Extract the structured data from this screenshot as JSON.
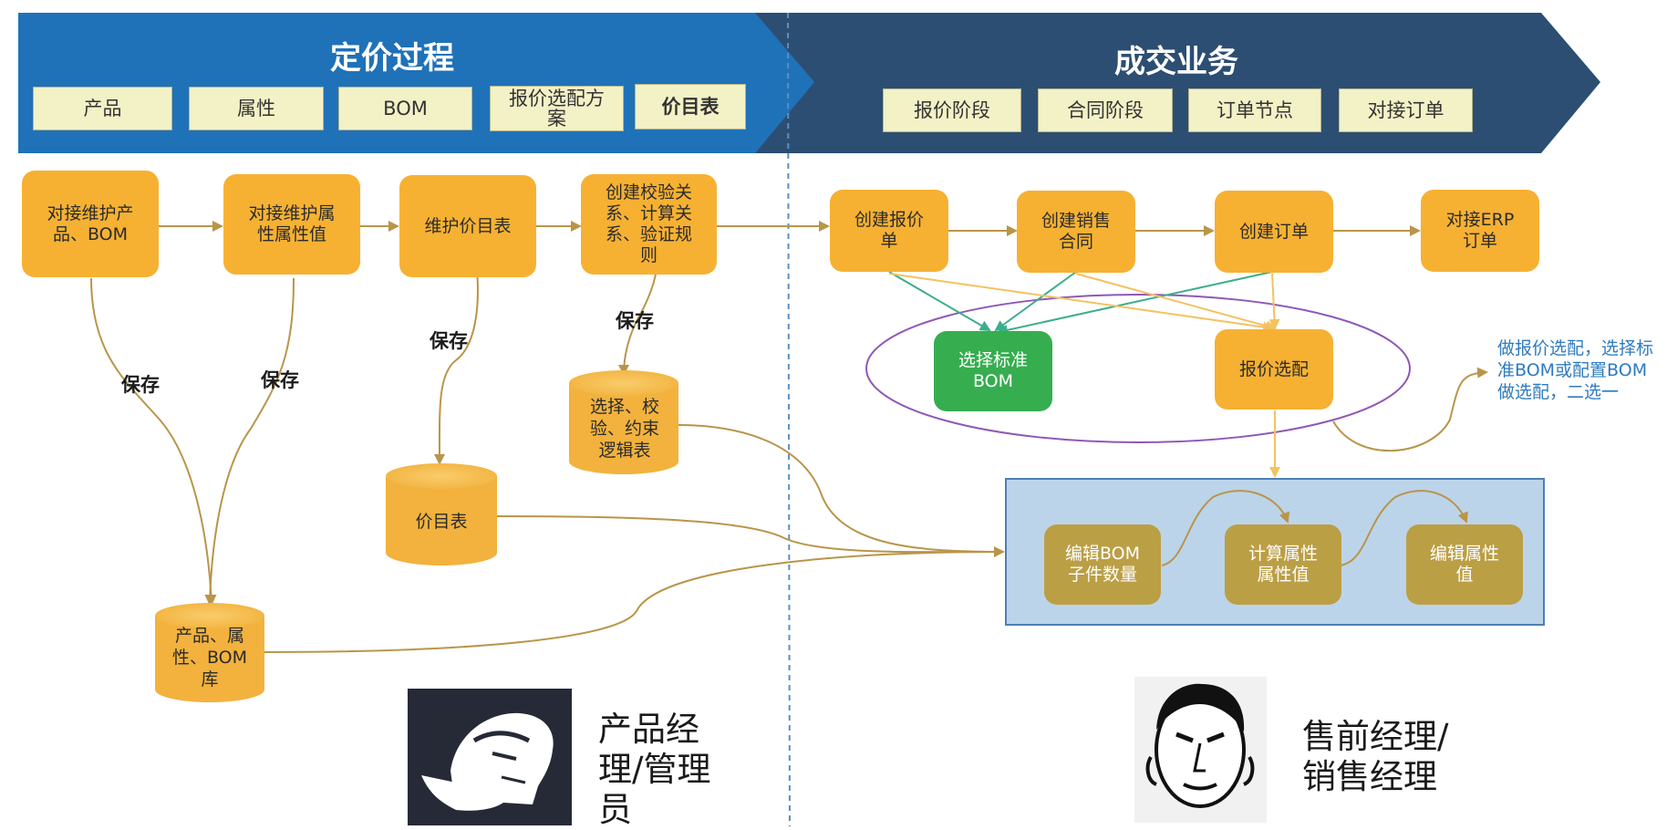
{
  "banners": {
    "left_title": "定价过程",
    "right_title": "成交业务",
    "left_tags": [
      "产品",
      "属性",
      "BOM",
      "报价选配方案",
      "价目表"
    ],
    "right_tags": [
      "报价阶段",
      "合同阶段",
      "订单节点",
      "对接订单"
    ]
  },
  "left_flow": {
    "steps": [
      "对接维护产品、BOM",
      "对接维护属性属性值",
      "维护价目表",
      "创建校验关系、计算关系、验证规则"
    ],
    "save_label": "保存",
    "stores": [
      "选择、校验、约束逻辑表",
      "价目表",
      "产品、属性、BOM库"
    ]
  },
  "right_flow": {
    "steps": [
      "创建报价单",
      "创建销售合同",
      "创建订单",
      "对接ERP订单"
    ],
    "choices": [
      "选择标准BOM",
      "报价选配"
    ],
    "note": "做报价选配，选择标准BOM或配置BOM做选配，二选一",
    "edit_steps": [
      "编辑BOM子件数量",
      "计算属性属性值",
      "编辑属性值"
    ]
  },
  "roles": {
    "left": "产品经理/管理员",
    "right": "售前经理/销售经理"
  },
  "colors": {
    "banner_left": "#1f72b8",
    "banner_right": "#2c4e72",
    "step_box": "#f6b133",
    "choice_green": "#36ad4f",
    "edit_box": "#bb9f45",
    "edit_panel": "#bcd4ea",
    "arrow": "#b9954a",
    "ellipse": "#8e58b8"
  },
  "icons": {
    "left_avatar": "stylized-man-head-icon",
    "right_avatar": "face-sketch-icon"
  }
}
